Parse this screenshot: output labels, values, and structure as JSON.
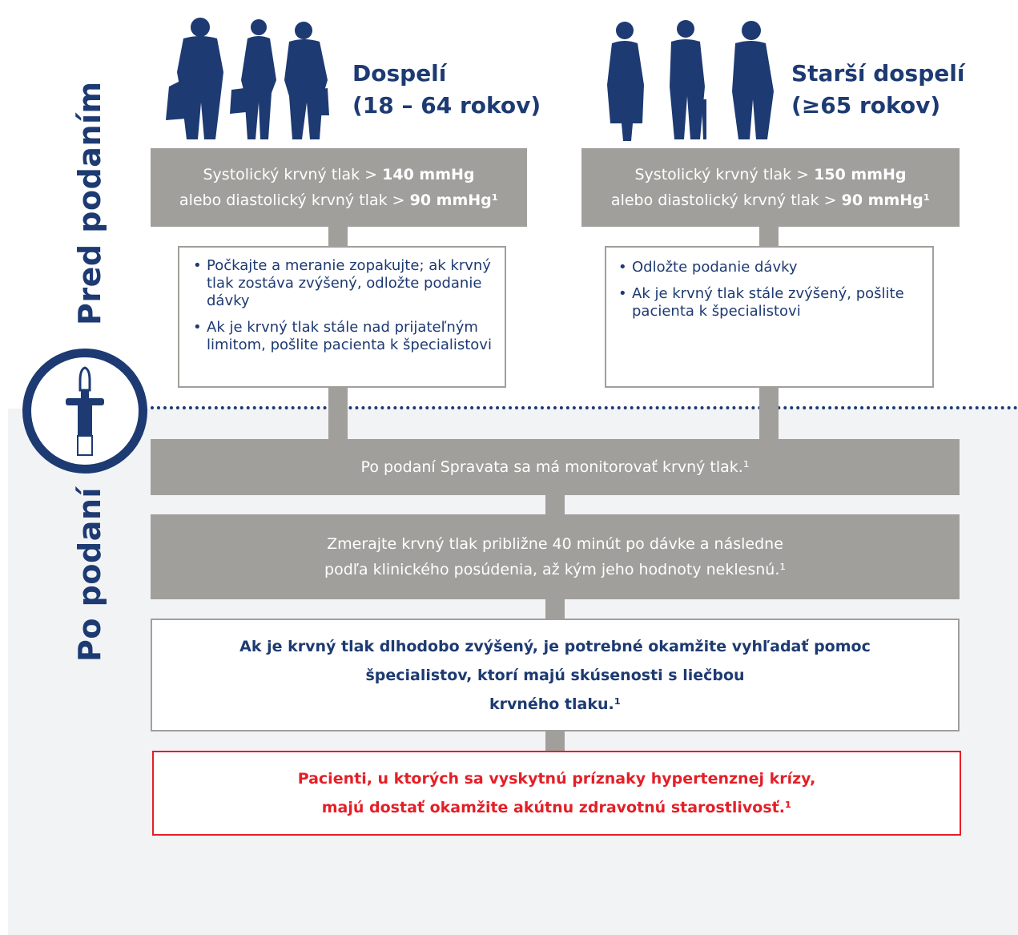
{
  "side_labels": {
    "before": "Pred podaním",
    "after": "Po podaní"
  },
  "icons": {
    "device": "nasal-spray-device-icon",
    "adults": "adults-silhouette-icon",
    "seniors": "seniors-silhouette-icon"
  },
  "colors": {
    "navy": "#1d3a72",
    "gray": "#a19f9b",
    "red": "#e41f27",
    "light_bg": "#f2f3f5"
  },
  "adults": {
    "title_line1": "Dospelí",
    "title_line2": "(18 – 64 rokov)",
    "threshold_line1_prefix": "Systolický krvný tlak > ",
    "threshold_line1_value": "140 mmHg",
    "threshold_line2_prefix": "alebo diastolický krvný tlak > ",
    "threshold_line2_value": "90 mmHg¹",
    "bullets": [
      "Počkajte a meranie zopakujte; ak krvný tlak zostáva zvýšený, odložte podanie dávky",
      "Ak je krvný tlak stále nad prijateľným limitom, pošlite pacienta k špecialistovi"
    ]
  },
  "seniors": {
    "title_line1": "Starší dospelí",
    "title_line2": "(≥65 rokov)",
    "threshold_line1_prefix": "Systolický krvný tlak > ",
    "threshold_line1_value": "150 mmHg",
    "threshold_line2_prefix": "alebo diastolický krvný tlak > ",
    "threshold_line2_value": "90 mmHg¹",
    "bullets": [
      "Odložte podanie dávky",
      "Ak je krvný tlak stále zvýšený, pošlite pacienta k špecialistovi"
    ]
  },
  "after_steps": {
    "monitor": "Po podaní Spravata sa má monitorovať krvný tlak.¹",
    "measure_line1": "Zmerajte krvný tlak približne 40 minút po dávke a následne",
    "measure_line2": "podľa klinického posúdenia, až kým jeho hodnoty neklesnú.¹",
    "specialist_line1": "Ak je krvný tlak dlhodobo zvýšený, je potrebné okamžite vyhľadať pomoc",
    "specialist_line2": "špecialistov, ktorí majú skúsenosti s liečbou",
    "specialist_line3": "krvného tlaku.¹",
    "crisis_line1": "Pacienti, u ktorých sa vyskytnú príznaky hypertenznej krízy,",
    "crisis_line2": "majú dostať okamžite akútnu zdravotnú starostlivosť.¹"
  }
}
